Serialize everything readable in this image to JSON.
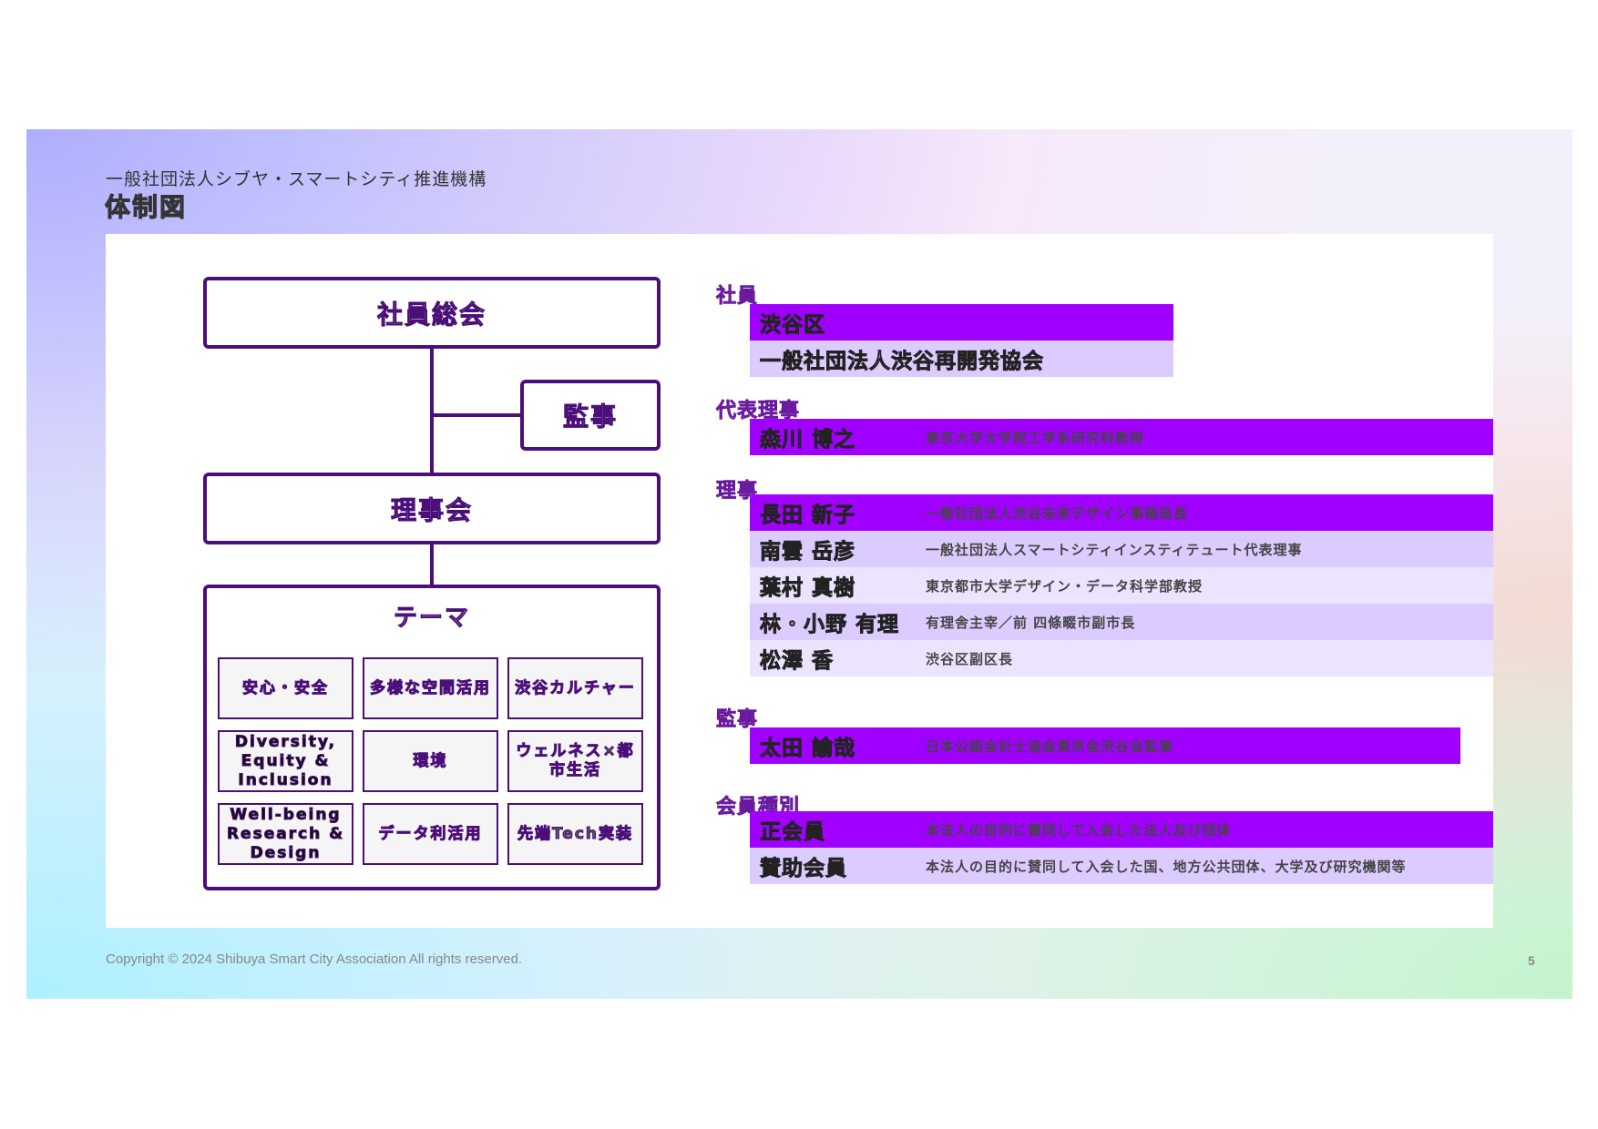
{
  "header": {
    "organization": "一般社団法人シブヤ・スマートシティ推進機構",
    "title": "体制図"
  },
  "org_chart": {
    "general_meeting": "社員総会",
    "auditor_box": "監事",
    "board": "理事会",
    "theme": {
      "title": "テーマ",
      "items": [
        "安心・安全",
        "多様な空間活用",
        "渋谷カルチャー",
        "Diversity, Equity & Inclusion",
        "環境",
        "ウェルネス×都市生活",
        "Well-being Research & Design",
        "データ利活用",
        "先端Tech実装"
      ]
    }
  },
  "roster": {
    "members": {
      "label": "社員",
      "rows": [
        {
          "name": "渋谷区",
          "desc": ""
        },
        {
          "name": "一般社団法人渋谷再開発協会",
          "desc": ""
        }
      ]
    },
    "representative": {
      "label": "代表理事",
      "rows": [
        {
          "name": "森川 博之",
          "desc": "東京大学大学院工学系研究科教授"
        }
      ]
    },
    "directors": {
      "label": "理事",
      "rows": [
        {
          "name": "長田 新子",
          "desc": "一般社団法人渋谷未来デザイン事務局長"
        },
        {
          "name": "南雲 岳彦",
          "desc": "一般社団法人スマートシティインスティテュート代表理事"
        },
        {
          "name": "葉村 真樹",
          "desc": "東京都市大学デザイン・データ科学部教授"
        },
        {
          "name": "林・小野 有理",
          "desc": "有理舎主宰／前 四條畷市副市長"
        },
        {
          "name": "松澤 香",
          "desc": "渋谷区副区長"
        }
      ]
    },
    "auditor": {
      "label": "監事",
      "rows": [
        {
          "name": "太田 諭哉",
          "desc": "日本公認会計士協会東京会渋谷会監事"
        }
      ]
    },
    "membership": {
      "label": "会員種別",
      "rows": [
        {
          "name": "正会員",
          "desc": "本法人の目的に賛同して入会した法人及び団体"
        },
        {
          "name": "賛助会員",
          "desc": "本法人の目的に賛同して入会した国、地方公共団体、大学及び研究機関等"
        }
      ]
    }
  },
  "footer": {
    "copyright": "Copyright © 2024 Shibuya Smart City Association All rights reserved.",
    "page_number": "5"
  },
  "colors": {
    "accent_purple": "#a000ff",
    "light_lavender": "#dccbff",
    "pale_lavender": "#ece3ff",
    "line_purple": "#4b0f79"
  }
}
